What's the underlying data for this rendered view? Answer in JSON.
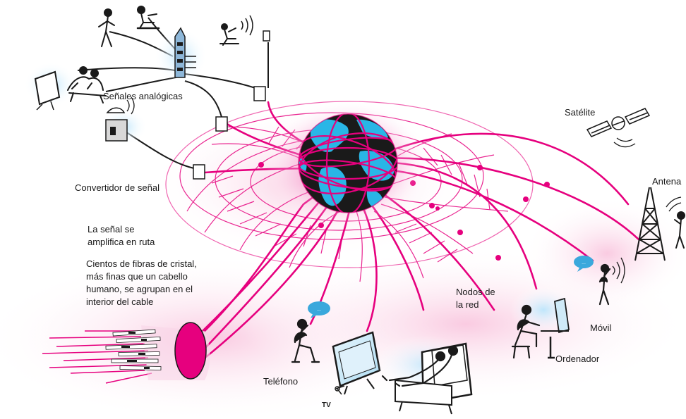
{
  "colors": {
    "fiber": "#e6007e",
    "glow": "#f8c6df",
    "globe_land": "#29b6e6",
    "globe_ocean": "#1a1a1a",
    "ink": "#1a1a1a",
    "bubble": "#3aa8dc",
    "screen": "#cfeaf8"
  },
  "labels": {
    "analog_signals": "Señales analógicas",
    "signal_converter": "Convertidor de señal",
    "amplified_1": "La señal se",
    "amplified_2": "amplifica en ruta",
    "fibers_1": "Cientos de fibras de cristal,",
    "fibers_2": "más finas que un cabello",
    "fibers_3": "humano, se agrupan en el",
    "fibers_4": "interior del cable",
    "satellite": "Satélite",
    "antenna": "Antena",
    "mobile": "Móvil",
    "computer": "Ordenador",
    "network_nodes_1": "Nodos de",
    "network_nodes_2": "la red",
    "telephone": "Teléfono",
    "tv": "TV"
  },
  "icons": [
    "person-icon",
    "satellite-dish-icon",
    "tv-icon",
    "antenna-tower-icon",
    "satellite-icon",
    "computer-icon",
    "armchair-icon",
    "speech-bubble-icon",
    "signal-waves-icon",
    "globe-icon",
    "fiber-bundle-icon",
    "converter-box-icon"
  ]
}
